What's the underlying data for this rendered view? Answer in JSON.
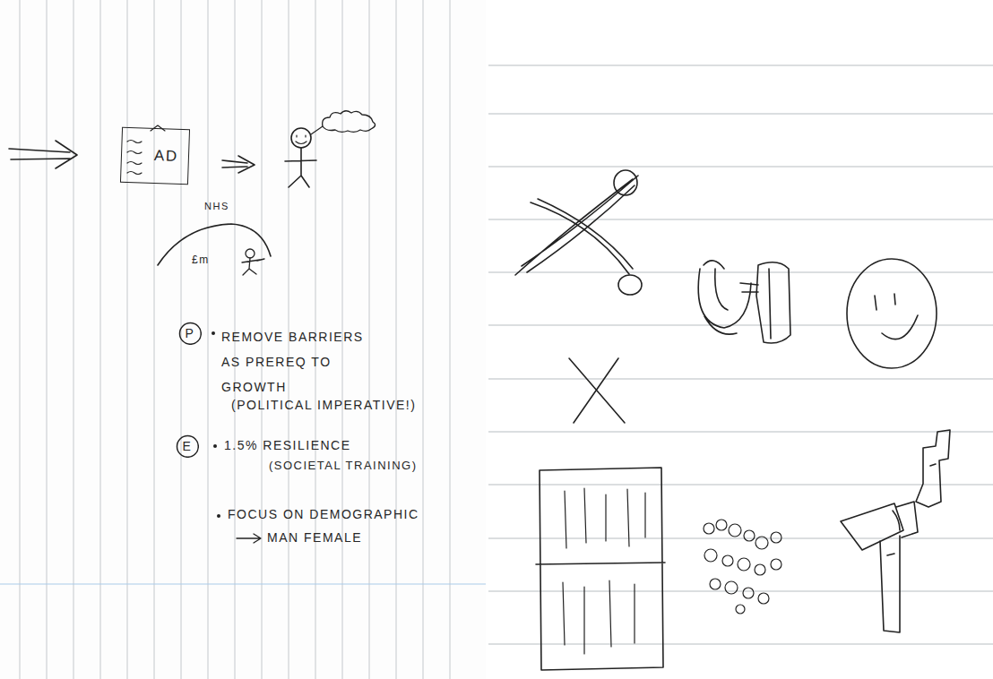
{
  "diagram": {
    "nodes": [
      {
        "text": [
          "AD"
        ]
      },
      {
        "text": [
          "P"
        ]
      },
      {
        "text": [
          "E"
        ]
      }
    ],
    "labels": [
      "NHS",
      "£m",
      "REMOVE BARRIERS AS PREREQ TO GROWTH",
      "(POLITICAL IMPERATIVE!)",
      "1.5% RESILIENCE",
      "(SOCIETAL TRAINING)",
      "FOCUS ON DEMOGRAPHIC",
      "MAN FEMALE"
    ]
  }
}
